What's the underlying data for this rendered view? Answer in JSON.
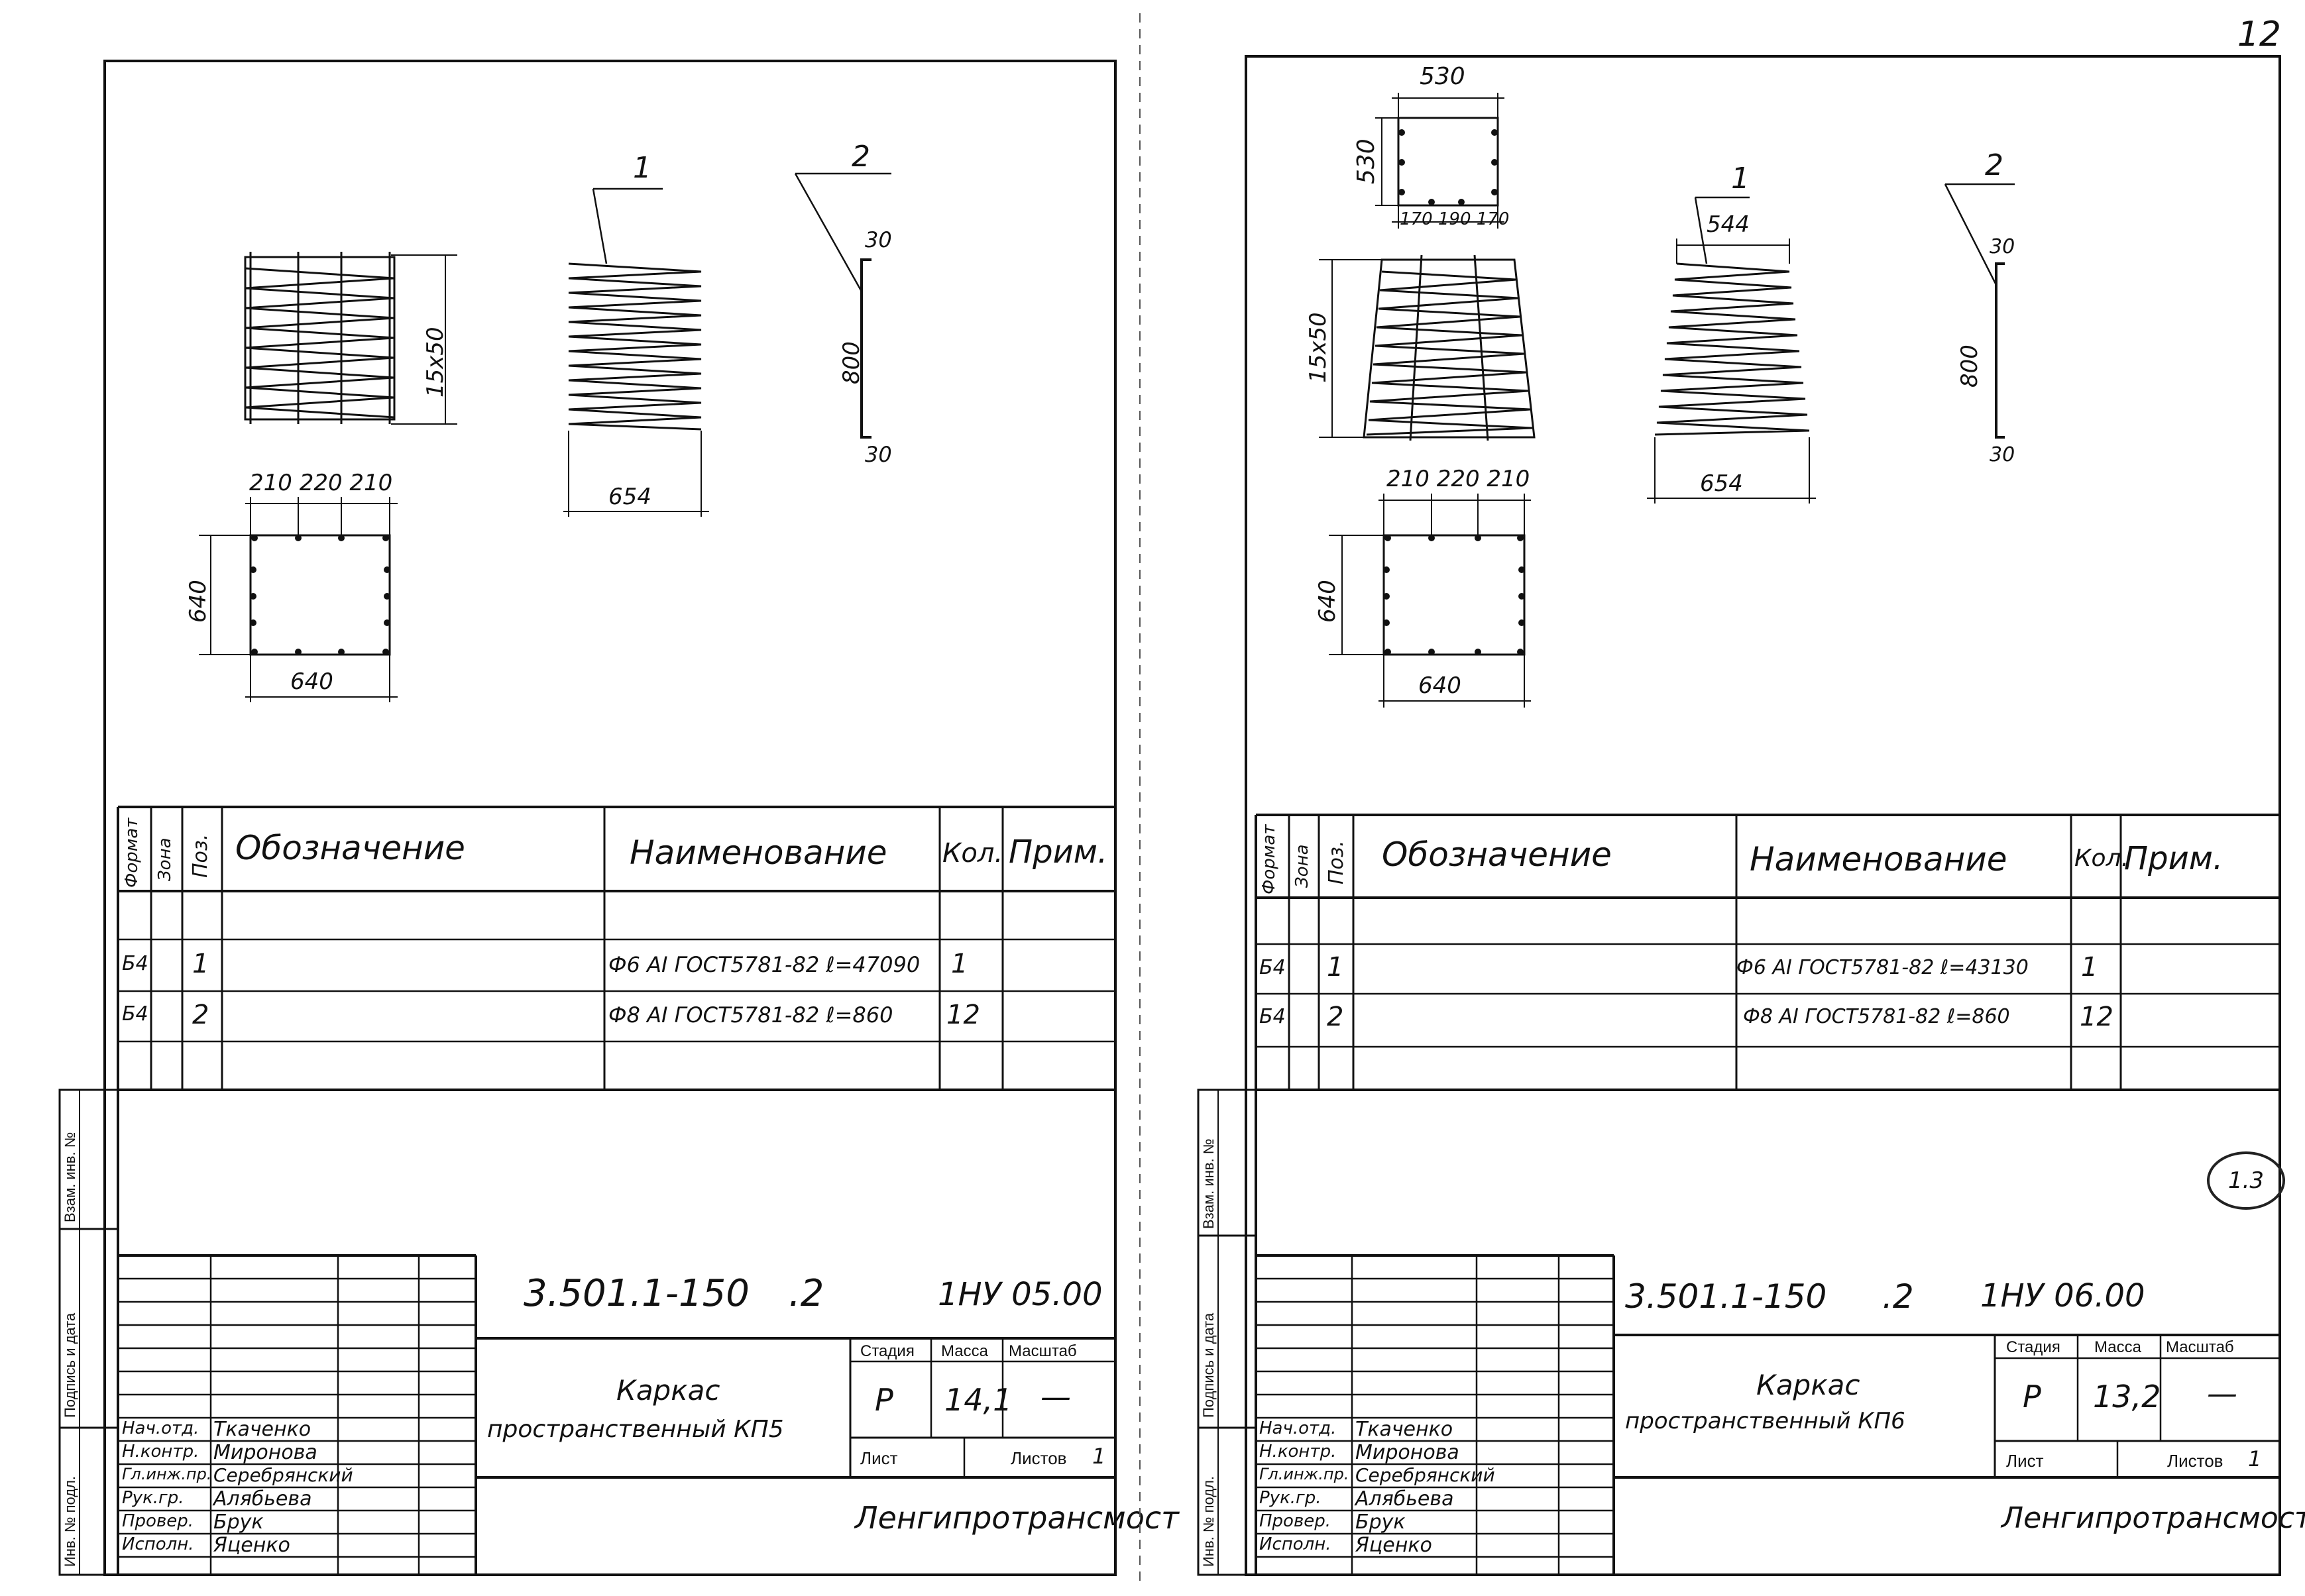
{
  "page_number": "12",
  "circle_note": "1.3",
  "side_labels": [
    "Инв. № подл.",
    "Подпись и дата",
    "Взам. инв. №"
  ],
  "table_headers": {
    "format": "Формат",
    "zone": "Зона",
    "pos": "Поз.",
    "designation": "Обозначение",
    "name": "Наименование",
    "qty": "Кол.",
    "note": "Прим."
  },
  "titleblock_labels": {
    "stage": "Стадия",
    "mass": "Масса",
    "scale": "Масштаб",
    "sheet": "Лист",
    "sheets": "Листов"
  },
  "sheets": [
    {
      "dims": {
        "height": "15x50",
        "top": "210 220 210",
        "side": "640",
        "bottom": "640",
        "spiral_width": "654",
        "spiral_label": "1",
        "bar_label": "2",
        "bar_top": "30",
        "bar_len": "800",
        "bar_bot": "30"
      },
      "rows": [
        {
          "format": "Б4",
          "pos": "1",
          "name": "Ф6 АI ГОСТ5781-82 ℓ=47090",
          "qty": "1"
        },
        {
          "format": "Б4",
          "pos": "2",
          "name": "Ф8 АI ГОСТ5781-82 ℓ=860",
          "qty": "12"
        }
      ],
      "code": "3.501.1-150",
      "issue": ".2",
      "doc": "1НУ 05.00",
      "title_line1": "Каркас",
      "title_line2": "пространственный КП5",
      "stage": "Р",
      "mass": "14,1",
      "scale": "—",
      "sheets_count": "1",
      "org": "Ленгипротрансмост",
      "signers": [
        {
          "role": "Нач.отд.",
          "name": "Ткаченко"
        },
        {
          "role": "Н.контр.",
          "name": "Миронова"
        },
        {
          "role": "Гл.инж.пр.",
          "name": "Серебрянский"
        },
        {
          "role": "Рук.гр.",
          "name": "Алябьева"
        },
        {
          "role": "Провер.",
          "name": "Брук"
        },
        {
          "role": "Исполн.",
          "name": "Яценко"
        }
      ]
    },
    {
      "dims": {
        "height": "15x50",
        "top": "210 220 210",
        "side": "640",
        "bottom": "640",
        "spiral_width": "654",
        "spiral_top": "544",
        "spiral_label": "1",
        "bar_label": "2",
        "bar_top": "30",
        "bar_len": "800",
        "bar_bot": "30",
        "small_top": "530",
        "small_side": "530",
        "small_sub": "170 190 170"
      },
      "rows": [
        {
          "format": "Б4",
          "pos": "1",
          "name": "Ф6 АI ГОСТ5781-82 ℓ=43130",
          "qty": "1"
        },
        {
          "format": "Б4",
          "pos": "2",
          "name": "Ф8 АI ГОСТ5781-82 ℓ=860",
          "qty": "12"
        }
      ],
      "code": "3.501.1-150",
      "issue": ".2",
      "doc": "1НУ 06.00",
      "title_line1": "Каркас",
      "title_line2": "пространственный КП6",
      "stage": "Р",
      "mass": "13,2",
      "scale": "—",
      "sheets_count": "1",
      "org": "Ленгипротрансмост",
      "signers": [
        {
          "role": "Нач.отд.",
          "name": "Ткаченко"
        },
        {
          "role": "Н.контр.",
          "name": "Миронова"
        },
        {
          "role": "Гл.инж.пр.",
          "name": "Серебрянский"
        },
        {
          "role": "Рук.гр.",
          "name": "Алябьева"
        },
        {
          "role": "Провер.",
          "name": "Брук"
        },
        {
          "role": "Исполн.",
          "name": "Яценко"
        }
      ]
    }
  ]
}
